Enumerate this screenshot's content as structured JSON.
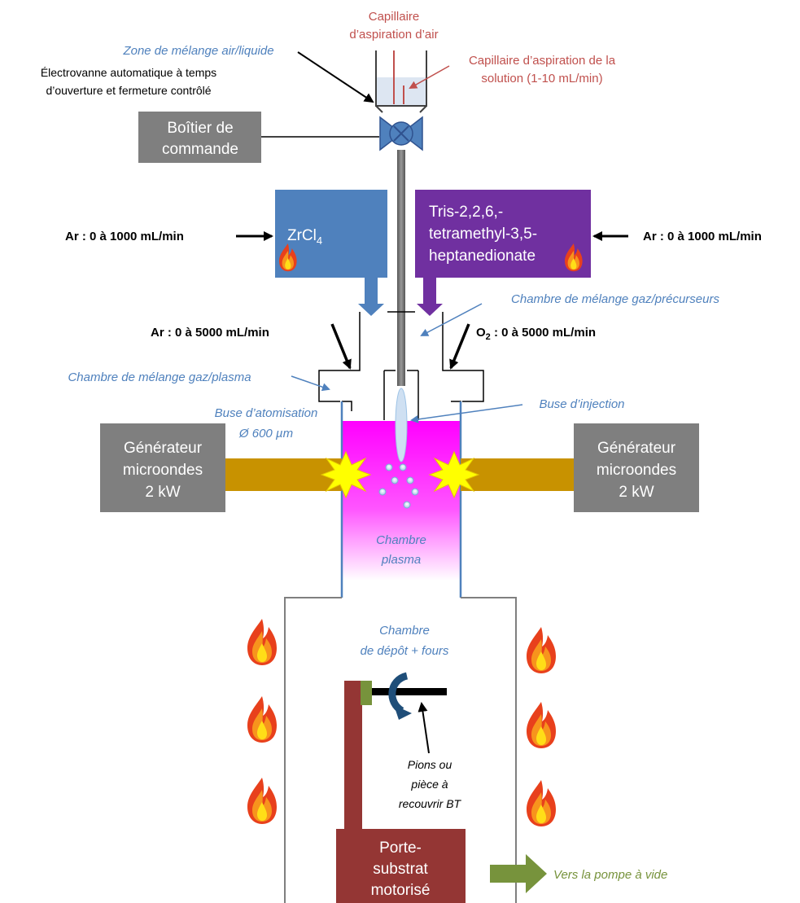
{
  "labels": {
    "capillaire_air_1": "Capillaire",
    "capillaire_air_2": "d’aspiration d’air",
    "capillaire_sol_1": "Capillaire d’aspiration de la",
    "capillaire_sol_2": "solution (1-10 mL/min)",
    "zone_melange": "Zone de mélange air/liquide",
    "electrovanne_1": "Électrovanne automatique à temps",
    "electrovanne_2": "d’ouverture et fermeture contrôlé",
    "boitier_1": "Boîtier de",
    "boitier_2": "commande",
    "zrcl": "ZrCl",
    "zrcl_sub": "4",
    "tris_1": "Tris-2,2,6,-",
    "tris_2": "tetramethyl-3,5-",
    "tris_3": "heptanedionate",
    "ar_left_1000": "Ar : 0 à 1000 mL/min",
    "ar_right_1000": "Ar : 0 à 1000 mL/min",
    "chambre_gaz_precurseurs": "Chambre de mélange gaz/précurseurs",
    "ar_5000": "Ar : 0 à 5000 mL/min",
    "o2_prefix": "O",
    "o2_sub": "2",
    "o2_rest": " : 0 à 5000 mL/min",
    "chambre_gaz_plasma": "Chambre de mélange gaz/plasma",
    "buse_atom_1": "Buse d’atomisation",
    "buse_atom_2": "Ø 600 µm",
    "buse_injection": "Buse d’injection",
    "gen_left_1": "Générateur",
    "gen_left_2": "microondes",
    "gen_left_3": "2 kW",
    "gen_right_1": "Générateur",
    "gen_right_2": "microondes",
    "gen_right_3": "2 kW",
    "chambre_plasma_1": "Chambre",
    "chambre_plasma_2": "plasma",
    "chambre_depot_1": "Chambre",
    "chambre_depot_2": "de dépôt + fours",
    "pions_1": "Pions ou",
    "pions_2": "pièce à",
    "pions_3": "recouvrir BT",
    "porte_1": "Porte-",
    "porte_2": "substrat",
    "porte_3": "motorisé",
    "pompe": "Vers la pompe à vide"
  },
  "colors": {
    "label_red": "#c0504d",
    "label_blue": "#4f81bd",
    "box_gray": "#7f7f7f",
    "zrcl_box": "#4f81bd",
    "tris_box": "#7030a0",
    "waveguide": "#c89200",
    "plasma_magenta": "#ff00ff",
    "substrate_holder": "#943634",
    "arrow_green": "#77933c",
    "spark_yellow": "#ffff00"
  },
  "icons": {
    "flame": "flame-icon",
    "valve": "valve-icon",
    "spark": "spark-icon",
    "rotation": "rotation-arrow-icon"
  }
}
